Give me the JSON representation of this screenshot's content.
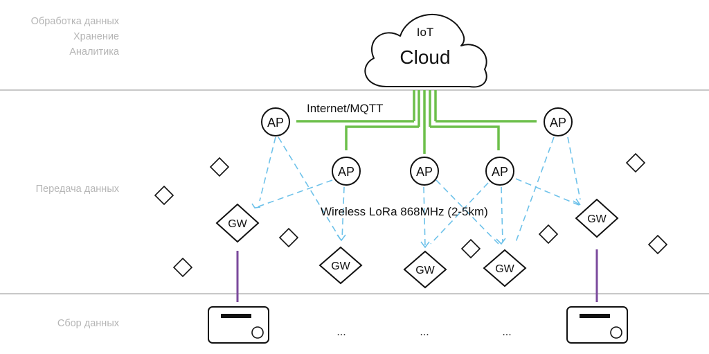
{
  "layers": {
    "processing": {
      "lines": [
        "Обработка данных",
        "Хранение",
        "Аналитика"
      ]
    },
    "transmission": {
      "label": "Передача данных"
    },
    "collection": {
      "label": "Сбор данных"
    }
  },
  "cloud": {
    "line1": "IoT",
    "line2": "Cloud"
  },
  "labels": {
    "internet": "Internet/MQTT",
    "wireless": "Wireless LoRa 868MHz (2-5km)",
    "ellipsis": "..."
  },
  "nodes": {
    "ap": "AP",
    "gw": "GW"
  },
  "colors": {
    "internet_link": "#6cbf4a",
    "wireless_link": "#6ec2ea",
    "wired_link": "#7b4a9c",
    "layer_divider": "#c8c8c8",
    "layer_text": "#b5b5b5"
  }
}
